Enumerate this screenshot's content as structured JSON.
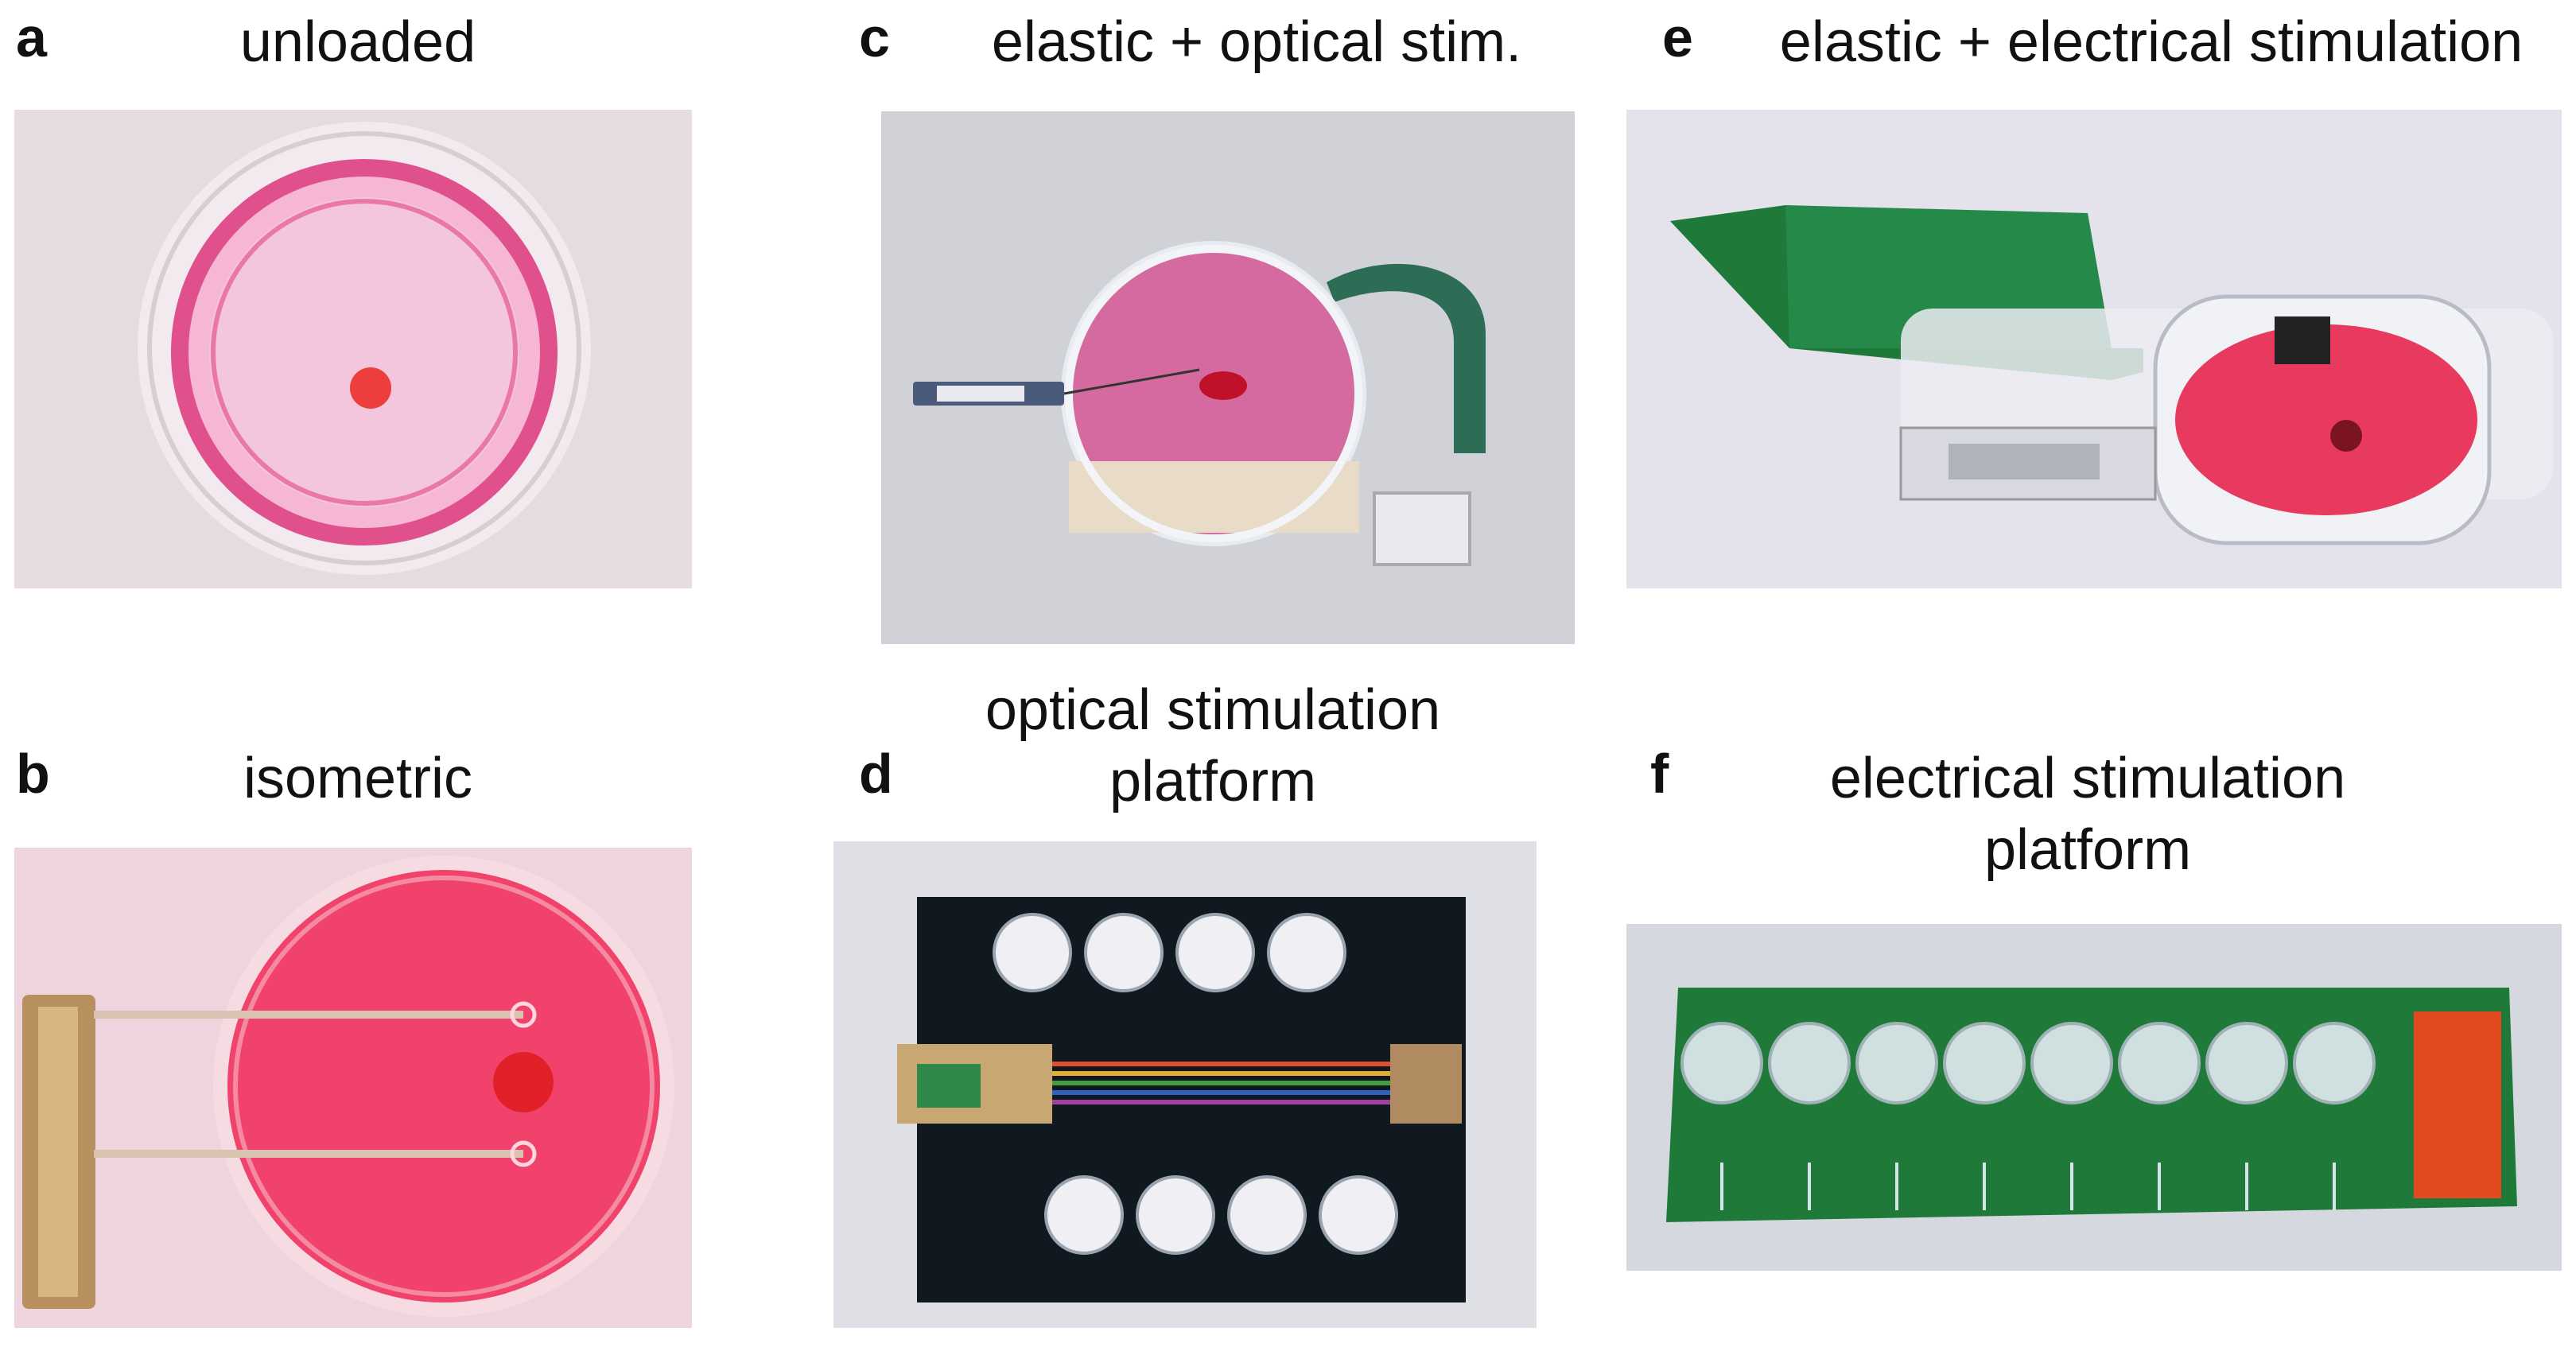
{
  "panels": [
    {
      "letter": "a",
      "title": "unloaded"
    },
    {
      "letter": "b",
      "title": "isometric"
    },
    {
      "letter": "c",
      "title": "elastic + optical stim."
    },
    {
      "letter": "d",
      "title_line1": "optical stimulation",
      "title_line2": "platform"
    },
    {
      "letter": "e",
      "title": "elastic + electrical stimulation"
    },
    {
      "letter": "f",
      "title_line1": "electrical stimulation",
      "title_line2": "platform"
    }
  ],
  "colors": {
    "medium_pink": "#e0508c",
    "medium_red": "#f0426a",
    "pcb_green": "#1f7a3a",
    "board_black": "#101820",
    "background_gray": "#d8d8dc"
  }
}
